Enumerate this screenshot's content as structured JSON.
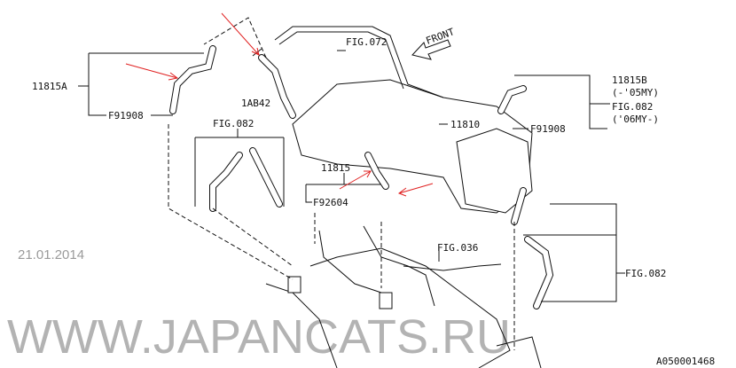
{
  "labels": {
    "part_11815a": "11815A",
    "f91908_left": "F91908",
    "fig072": "FIG.072",
    "front": "FRONT",
    "part_1ab42": "1AB42",
    "fig082_left": "FIG.082",
    "part_11815": "11815",
    "f92604": "F92604",
    "part_11810": "11810",
    "f91908_right": "F91908",
    "part_11815b": "11815B",
    "my_to_05": "(-'05MY)",
    "fig082_upper_right": "FIG.082",
    "my_from_06": "('06MY-)",
    "fig036": "FIG.036",
    "fig082_lower_right": "FIG.082",
    "diagram_id": "A050001468"
  },
  "watermark": {
    "text": "WWW.JAPANCATS.RU",
    "date": "21.01.2014"
  },
  "colors": {
    "annotation_arrow": "#e02020",
    "line": "#111111"
  }
}
